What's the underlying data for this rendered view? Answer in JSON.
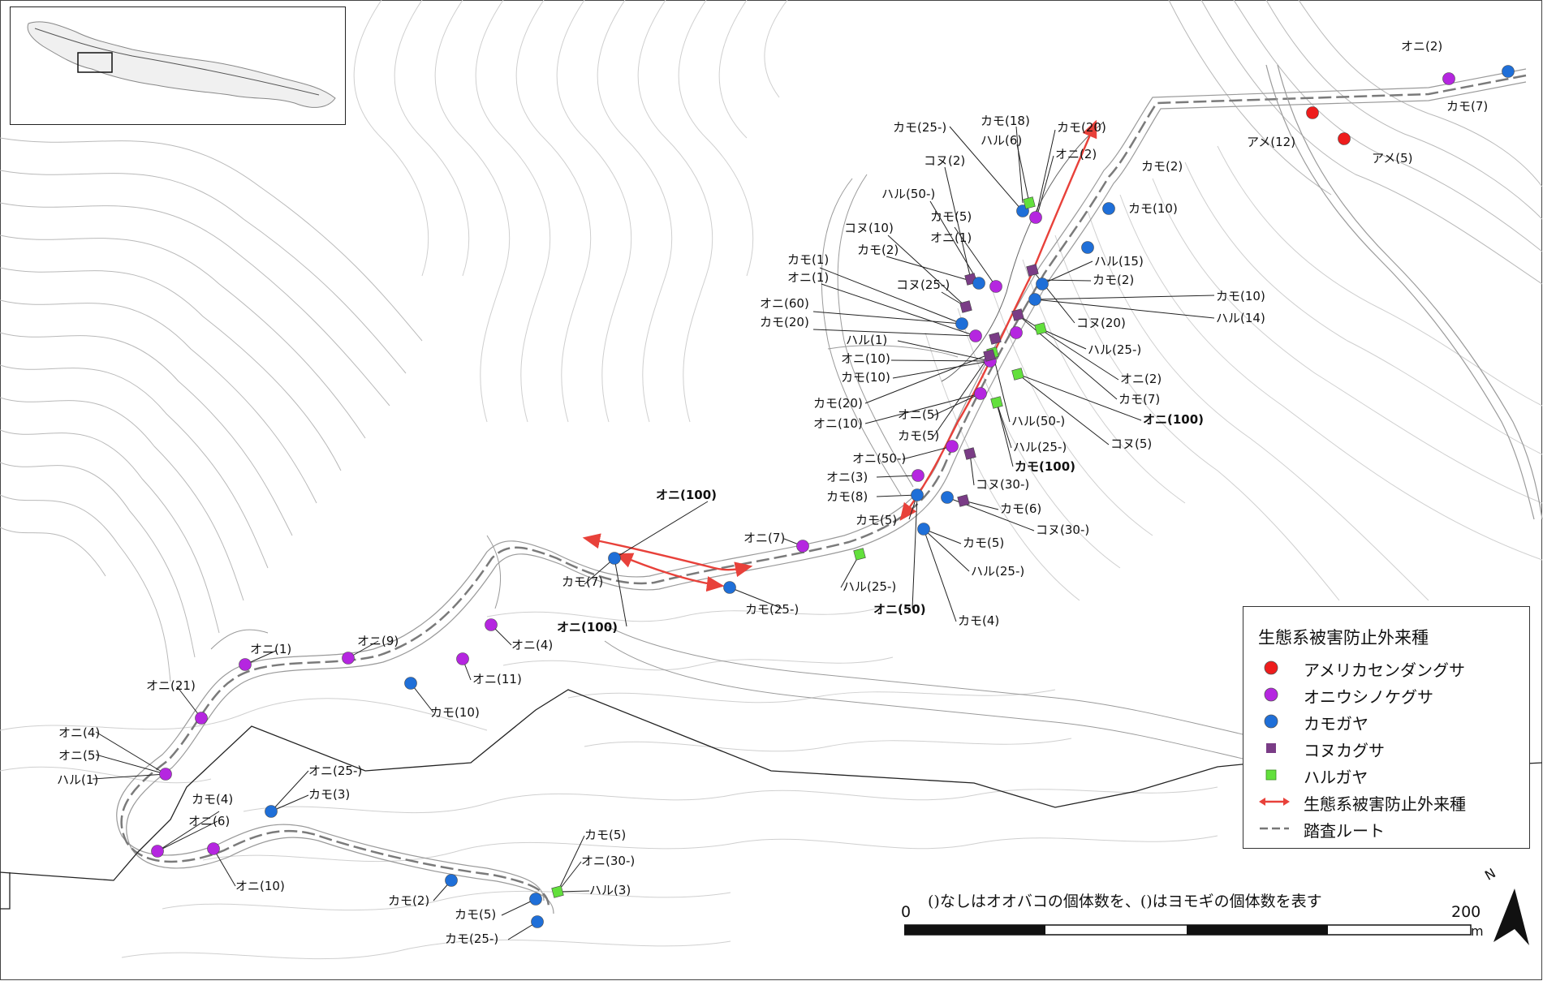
{
  "legend": {
    "title": "生態系被害防止外来種",
    "items": [
      {
        "label": "アメリカセンダングサ",
        "symbol": "circle",
        "color": "#ee1c1c"
      },
      {
        "label": "オニウシノケグサ",
        "symbol": "circle",
        "color": "#b526e0"
      },
      {
        "label": "カモガヤ",
        "symbol": "circle",
        "color": "#1f6fd8"
      },
      {
        "label": "コヌカグサ",
        "symbol": "square",
        "color": "#7a3c86"
      },
      {
        "label": "ハルガヤ",
        "symbol": "square",
        "color": "#62e03c"
      },
      {
        "label": "生態系被害防止外来種",
        "symbol": "arrow",
        "color": "#e8413a"
      },
      {
        "label": "踏査ルート",
        "symbol": "dash",
        "color": "#777777"
      }
    ]
  },
  "note": "()なしはオオバコの個体数を、()はヨモギの個体数を表す",
  "scale_bar": {
    "start_label": "0",
    "end_label": "200",
    "unit": "m"
  },
  "north_label": "N",
  "colors": {
    "アメリカセンダングサ": "#ee1c1c",
    "オニウシノケグサ": "#b526e0",
    "カモガヤ": "#1f6fd8",
    "コヌカグサ": "#7a3c86",
    "ハルガヤ": "#62e03c",
    "route_arrow": "#e8413a",
    "route": "#777777"
  },
  "labels": [
    "オニ(2)",
    "カモ(7)",
    "アメ(12)",
    "アメ(5)",
    "カモ(18)",
    "ハル(6)",
    "カモ(20)",
    "カモ(25-)",
    "オニ(2)",
    "コヌ(2)",
    "ハル(50-)",
    "カモ(5)",
    "カモ(2)",
    "カモ(10)",
    "コヌ(10)",
    "オニ(1)",
    "カモ(2)",
    "カモ(1)",
    "オニ(1)",
    "ハル(15)",
    "カモ(2)",
    "コヌ(25-)",
    "カモ(10)",
    "ハル(14)",
    "オニ(60)",
    "カモ(20)",
    "コヌ(20)",
    "ハル(25-)",
    "ハル(1)",
    "オニ(10)",
    "カモ(10)",
    "オニ(2)",
    "カモ(7)",
    "カモ(20)",
    "オニ(10)",
    "オニ(100)",
    "オニ(5)",
    "カモ(5)",
    "ハル(50-)",
    "ハル(25-)",
    "コヌ(5)",
    "オニ(50-)",
    "カモ(100)",
    "オニ(3)",
    "カモ(8)",
    "コヌ(30-)",
    "オニ(100)",
    "カモ(6)",
    "カモ(5)",
    "コヌ(30-)",
    "オニ(7)",
    "カモ(5)",
    "カモ(7)",
    "ハル(25-)",
    "カモ(25-)",
    "ハル(25-)",
    "オニ(100)",
    "オニ(50)",
    "カモ(4)",
    "オニ(1)",
    "オニ(9)",
    "オニ(4)",
    "オニ(11)",
    "オニ(21)",
    "カモ(10)",
    "オニ(4)",
    "オニ(5)",
    "ハル(1)",
    "オニ(25-)",
    "カモ(3)",
    "カモ(4)",
    "オニ(6)",
    "オニ(10)",
    "カモ(5)",
    "オニ(30-)",
    "ハル(3)",
    "カモ(2)",
    "カモ(5)",
    "カモ(25-)"
  ]
}
